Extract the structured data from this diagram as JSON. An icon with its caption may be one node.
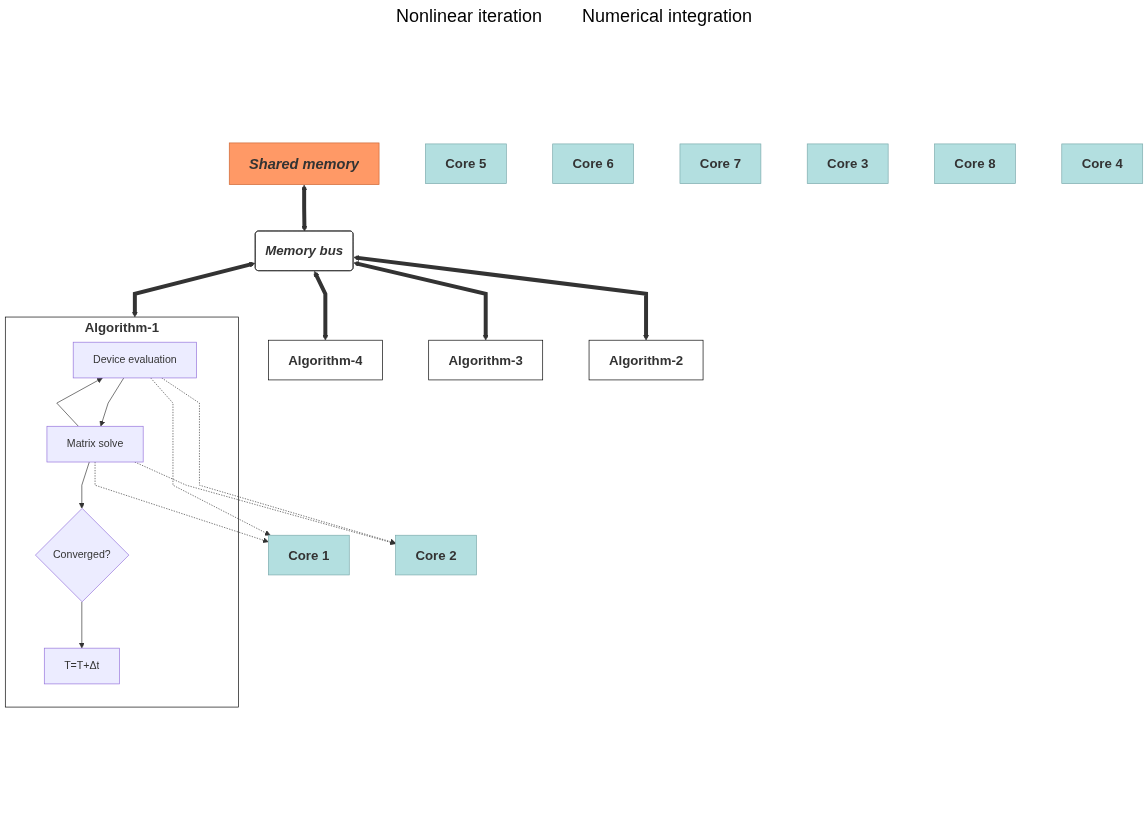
{
  "diagram": {
    "nodes": [
      {
        "text": [
          "Algorithm-4"
        ]
      },
      {
        "text": [
          "Algorithm-3"
        ]
      },
      {
        "text": [
          "Algorithm-2"
        ]
      },
      {
        "text": [
          "Algorithm-1"
        ]
      },
      {
        "text": [
          "Device evaluation"
        ],
        "in": 3
      },
      {
        "text": [
          "Matrix solve"
        ],
        "in": 3
      },
      {
        "text": [
          "Converged?"
        ],
        "in": 3
      },
      {
        "text": [
          "T=T+Δt"
        ],
        "in": 3
      },
      {
        "text": [
          "Memory bus"
        ]
      },
      {
        "text": [
          "Shared memory"
        ]
      },
      {
        "text": [
          "Core 5"
        ]
      },
      {
        "text": [
          "Core 1"
        ]
      },
      {
        "text": [
          "Core 6"
        ]
      },
      {
        "text": [
          "Core 2"
        ]
      },
      {
        "text": [
          "Core 7"
        ]
      },
      {
        "text": [
          "Core 3"
        ]
      },
      {
        "text": [
          "Core 8"
        ]
      },
      {
        "text": [
          "Core 4"
        ]
      }
    ],
    "edges": [
      {
        "from": 5,
        "to": 4,
        "arrow": "to"
      },
      {
        "from": 4,
        "to": 5,
        "arrow": "to"
      },
      {
        "from": 5,
        "to": 6,
        "arrow": "to"
      },
      {
        "from": 6,
        "to": 7,
        "arrow": "to"
      },
      {
        "from": 4,
        "to": 11,
        "arrow": "to",
        "style": "dashed"
      },
      {
        "from": 4,
        "to": 13,
        "arrow": "to",
        "style": "dashed"
      },
      {
        "from": 5,
        "to": 11,
        "arrow": "to",
        "style": "dashed"
      },
      {
        "from": 5,
        "to": 13,
        "arrow": "to",
        "style": "dashed"
      },
      {
        "from": 8,
        "to": 0,
        "arrow": "both",
        "style": "thick"
      },
      {
        "from": 8,
        "to": 1,
        "arrow": "both",
        "style": "thick"
      },
      {
        "from": 8,
        "to": 2,
        "arrow": "both",
        "style": "thick"
      },
      {
        "from": 8,
        "to": 3,
        "arrow": "both",
        "style": "thick"
      },
      {
        "from": 9,
        "to": 8,
        "arrow": "both",
        "style": "thick"
      }
    ],
    "labels": [
      "Nonlinear iteration",
      "Numerical integration"
    ]
  }
}
